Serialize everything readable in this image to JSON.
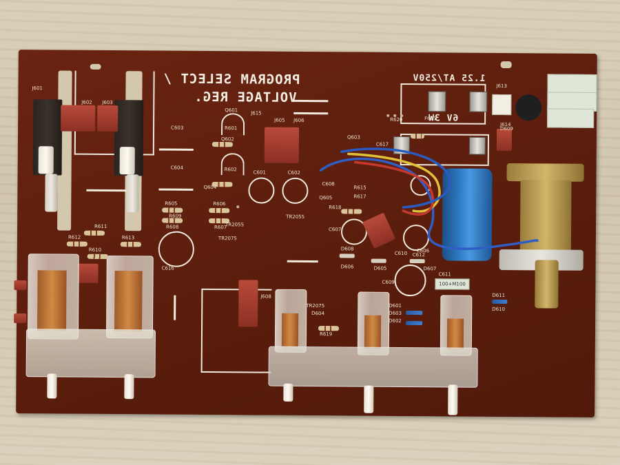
{
  "board": {
    "title_line1": "PROGRAM SELECT /",
    "title_line2": "VOLTAGE REG.",
    "fuse_label": "1.25 AT/250V",
    "lamp_label": "6V 3W"
  },
  "designators": {
    "J601": "J601",
    "J602": "J602",
    "J603": "J603",
    "J605": "J605",
    "J606": "J606",
    "J608": "J608",
    "J613": "J613",
    "J614": "J614",
    "J615": "J615",
    "Q601": "Q601",
    "Q602": "Q602",
    "Q603": "Q603",
    "Q604": "Q604",
    "Q605": "Q605",
    "C603": "C603",
    "C604": "C604",
    "C601": "C601",
    "C602": "C602",
    "C606": "C606",
    "C607": "C607",
    "C608": "C608",
    "C609": "C609",
    "C610": "C610",
    "C611": "C611",
    "C612": "C612",
    "C616": "C616",
    "C617": "C617",
    "R601": "R601",
    "R602": "R602",
    "R605": "R605",
    "R606": "R606",
    "R607": "R607",
    "R608": "R608",
    "R609": "R609",
    "R610": "R610",
    "R611": "R611",
    "R612": "R612",
    "R613": "R613",
    "R615": "R615",
    "R617": "R617",
    "R618": "R618",
    "R619": "R619",
    "R620": "R620",
    "TR2055a": "TR2055",
    "TR2055b": "TR2055",
    "TR2075a": "TR2075",
    "TR2075b": "TR2075",
    "D601": "D601",
    "D602": "D602",
    "D603": "D603",
    "D604": "D604",
    "D605": "D605",
    "D606": "D606",
    "D607": "D607",
    "D608": "D608",
    "D609": "D609",
    "D610": "D610",
    "D611": "D611",
    "F601": "F601",
    "cap_marking": "100+M100"
  },
  "colors": {
    "pcb": "#5c1e0d",
    "silkscreen": "#f1e9dc",
    "electrolytic_cap": "#2f7bc6",
    "connector": "#a83e30"
  }
}
